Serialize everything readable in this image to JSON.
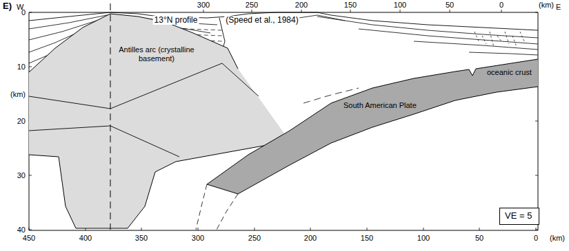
{
  "diagram": {
    "nodes": [
      {
        "text": [
          "Antilles arc (crystalline basement)"
        ]
      },
      {
        "text": [
          "South American Plate",
          "oceanic crust"
        ]
      },
      {
        "text": [
          "VE = 5"
        ]
      }
    ],
    "labels": [
      "E)",
      "W",
      "E",
      "300",
      "250",
      "200",
      "150",
      "100",
      "50",
      "0",
      "(km)",
      "13°N profile",
      "(Speed et al., 1984)",
      "0",
      "10",
      "(km)",
      "20",
      "30",
      "40",
      "450",
      "400",
      "350",
      "300",
      "250",
      "200",
      "150",
      "100",
      "50",
      "0",
      "(km)"
    ]
  }
}
